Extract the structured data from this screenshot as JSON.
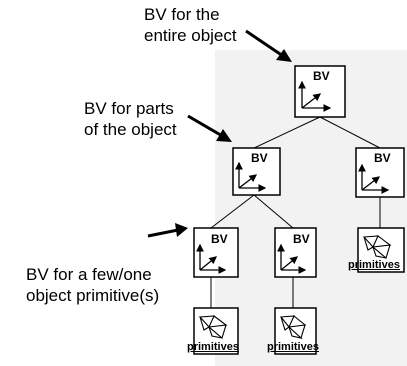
{
  "annotations": {
    "entire_object": [
      "BV for the",
      "entire object"
    ],
    "parts": [
      "BV for parts",
      "of the object"
    ],
    "few_primitives": [
      "BV for a few/one",
      "object primitive(s)"
    ]
  },
  "nodes": {
    "bv_label": "BV",
    "primitives_label": "primitives"
  }
}
